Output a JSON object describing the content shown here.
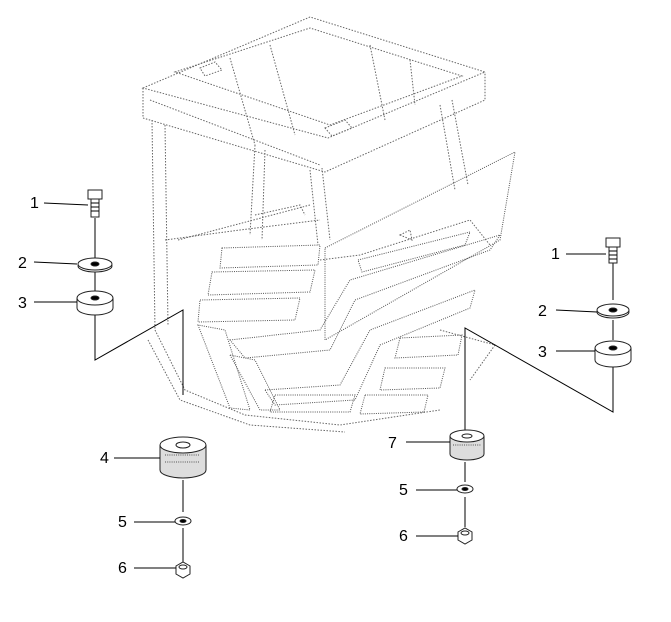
{
  "callouts": {
    "left_1": "1",
    "left_2": "2",
    "left_3": "3",
    "left_4": "4",
    "left_5": "5",
    "left_6": "6",
    "right_1": "1",
    "right_2": "2",
    "right_3": "3",
    "right_7": "7",
    "right_5": "5",
    "right_6": "6"
  }
}
